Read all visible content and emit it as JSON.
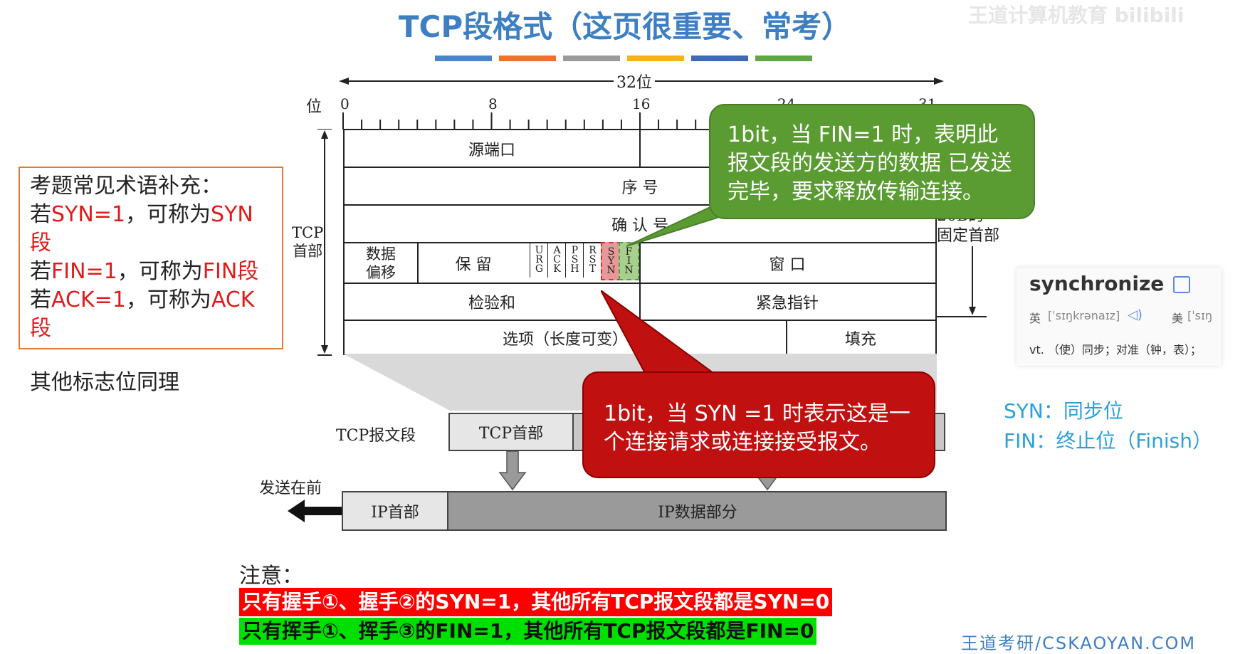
{
  "title": "TCP段格式（这页很重要、常考）",
  "watermark": "王道计算机教育 bilibili",
  "color_bars": [
    "#4a86c5",
    "#e8742f",
    "#9a9a9a",
    "#f3b415",
    "#3f6ab5",
    "#5fa645"
  ],
  "diagram": {
    "width_label": "32位",
    "bit_label": "位",
    "bit_ticks": [
      "0",
      "8",
      "16",
      "24",
      "31"
    ],
    "tcp_header_label": "TCP\n首部",
    "fixed_header_label": "20B的\n固定首部",
    "fields": {
      "src_port": "源端口",
      "seq": "序  号",
      "ack": "确  认  号",
      "data_offset": "数据\n偏移",
      "reserved": "保  留",
      "window": "窗  口",
      "checksum": "检验和",
      "urgent_ptr": "紧急指针",
      "options": "选项（长度可变）",
      "padding": "填充"
    },
    "flags": [
      "URG",
      "ACK",
      "PSH",
      "RST",
      "SYN",
      "FIN"
    ],
    "segment_label": "TCP报文段",
    "segment_header": "TCP首部",
    "send_first": "发送在前",
    "ip_header": "IP首部",
    "ip_data": "IP数据部分"
  },
  "note_box": {
    "heading": "考题常见术语补充：",
    "lines": [
      {
        "pre": "若",
        "red": "SYN=1",
        "mid": "，可称为",
        "red2": "SYN段"
      },
      {
        "pre": "若",
        "red": "FIN=1",
        "mid": "，可称为",
        "red2": "FIN段"
      },
      {
        "pre": "若",
        "red": "ACK=1",
        "mid": "，可称为",
        "red2": "ACK段"
      }
    ],
    "footer": "其他标志位同理"
  },
  "callout_fin": "1bit，当 FIN=1 时，表明此报文段的发送方的数据 已发送完毕，要求释放传输连接。",
  "callout_syn": "1bit，当 SYN =1 时表示这是一个连接请求或连接接受报文。",
  "dictionary": {
    "word": "synchronize",
    "uk_label": "英",
    "uk_phonetic": "[ˈsɪŋkrənaɪz]",
    "us_label": "美",
    "us_phonetic": "[ˈsɪŋ",
    "definition": "vt. （使）同步；对准（钟，表）；"
  },
  "glossary": {
    "syn": "SYN：同步位",
    "fin": "FIN：终止位（Finish）"
  },
  "notice": {
    "heading": "注意：",
    "red_line": "只有握手①、握手②的SYN=1，其他所有TCP报文段都是SYN=0",
    "green_line": "只有挥手①、挥手③的FIN=1，其他所有TCP报文段都是FIN=0"
  },
  "footer_brand": "王道考研/CSKAOYAN.COM"
}
